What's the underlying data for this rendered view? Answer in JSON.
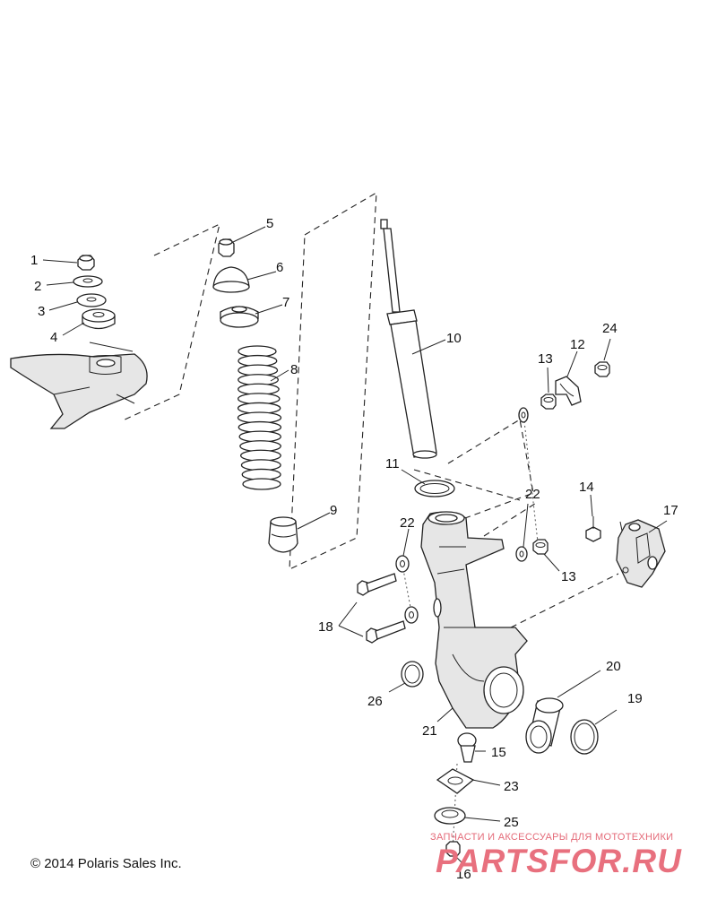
{
  "labels": {
    "l1": "1",
    "l2": "2",
    "l3": "3",
    "l4": "4",
    "l5": "5",
    "l6": "6",
    "l7": "7",
    "l8": "8",
    "l9": "9",
    "l10": "10",
    "l11": "11",
    "l12": "12",
    "l13a": "13",
    "l13b": "13",
    "l14": "14",
    "l15": "15",
    "l16": "16",
    "l17": "17",
    "l18": "18",
    "l19": "19",
    "l20": "20",
    "l21": "21",
    "l22a": "22",
    "l22b": "22",
    "l23": "23",
    "l24": "24",
    "l25": "25",
    "l26": "26"
  },
  "copyright": "© 2014 Polaris Sales Inc.",
  "watermark": {
    "caption": "ЗАПЧАСТИ И АКСЕССУАРЫ ДЛЯ МОТОТЕХНИКИ",
    "logo": "PARTSFOR.RU"
  }
}
